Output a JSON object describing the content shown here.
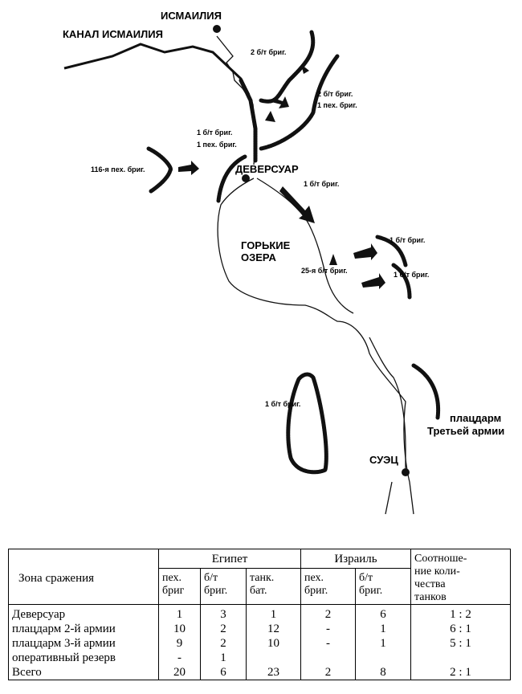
{
  "map": {
    "cities": {
      "ismailia": "ИСМАИЛИЯ",
      "deversoir": "ДЕВЕРСУАР",
      "suez": "СУЭЦ"
    },
    "canal": "КАНАЛ ИСМАИЛИЯ",
    "lakes": [
      "ГОРЬКИЕ",
      "ОЗЕРА"
    ],
    "units": {
      "u1": "2 б/т бриг.",
      "u2a": "2 б/т бриг.",
      "u2b": "1 пех. бриг.",
      "u3a": "1 б/т бриг.",
      "u3b": "1 пех. бриг.",
      "u4": "116-я пех. бриг.",
      "u5": "1 б/т бриг.",
      "u6": "1 б/т бриг.",
      "u7": "25-я б/т бриг.",
      "u8": "1 б/т бриг.",
      "u9": "1 б/т бриг."
    },
    "bridgehead": [
      "плацдарм",
      "Третьей армии"
    ]
  },
  "table": {
    "zone_header": "Зона сражения",
    "egypt": "Египет",
    "israel": "Израиль",
    "ratio": [
      "Соотноше-",
      "ние коли-",
      "чества",
      "танков"
    ],
    "subheaders": [
      [
        "пех.",
        "бриг"
      ],
      [
        "б/т",
        "бриг."
      ],
      [
        "танк.",
        "бат."
      ],
      [
        "пех.",
        "бриг."
      ],
      [
        "б/т",
        "бриг."
      ]
    ],
    "rows": [
      {
        "zone": "Деверсуар",
        "c": [
          "1",
          "3",
          "1",
          "2",
          "6"
        ],
        "ratio": "1 : 2"
      },
      {
        "zone": "плацдарм 2-й армии",
        "c": [
          "10",
          "2",
          "12",
          "-",
          "1"
        ],
        "ratio": "6 : 1"
      },
      {
        "zone": "плацдарм 3-й армии",
        "c": [
          "9",
          "2",
          "10",
          "-",
          "1"
        ],
        "ratio": "5 : 1"
      },
      {
        "zone": "оперативный резерв",
        "c": [
          "-",
          "1",
          "",
          "",
          ""
        ],
        "ratio": ""
      },
      {
        "zone": "Всего",
        "c": [
          "20",
          "6",
          "23",
          "2",
          "8"
        ],
        "ratio": "2 : 1"
      }
    ]
  }
}
